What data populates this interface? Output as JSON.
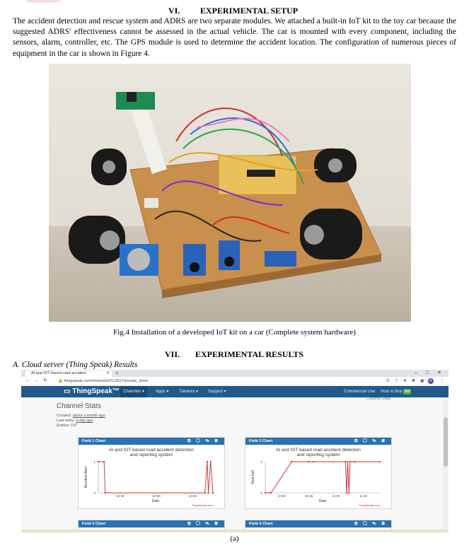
{
  "section6": {
    "number": "VI.",
    "title": "EXPERIMENTAL SETUP"
  },
  "body_text": "The accident detection and rescue system and ADRS are two separate modules. We attached a built-in IoT kit to the toy car because the suggested ADRS' effectiveness cannot be assessed in the actual vehicle. The car is mounted with every component, including the sensors, alarm, controller, etc. The GPS module is used to determine the accident location. The configuration of numerous pieces of equipment in the car is shown in Figure 4.",
  "figure4_caption": "Fig.4 Installation of a developed IoT kit on a car (Complete system hardware)",
  "section7": {
    "number": "VII.",
    "title": "EXPERIMENTAL RESULTS"
  },
  "subsection_a": "A.   Cloud server (Thing Speak) Results",
  "browser": {
    "tab_title": "AI and IOT based road accident",
    "url": "thingspeak.com/channels/2112617/private_show",
    "win_min": "–",
    "win_max": "□",
    "win_close": "✕",
    "profile": "A"
  },
  "thingspeak": {
    "logo": "ThingSpeak™",
    "menu": [
      "Channels ▾",
      "Apps ▾",
      "Devices ▾",
      "Support ▾"
    ],
    "right_menu": [
      "Commercial Use",
      "How to Buy"
    ],
    "user_badge": "AM",
    "stats_title": "Channel Stats",
    "created_label": "Created:",
    "created_value": "about a month ago",
    "last_label": "Last entry:",
    "last_value": "a day ago",
    "entries": "Entries: 197",
    "cutoff_text": "Channel Stats"
  },
  "panels": [
    {
      "header": "Field 1 Chart",
      "title": "AI and IOT based road accident detection and reporting system",
      "ylabel": "Accident Alert",
      "xlabel": "Date",
      "credit": "ThingSpeak.com"
    },
    {
      "header": "Field 2 Chart",
      "title": "AI and IOT based road accident detection and reporting system",
      "ylabel": "Seat belt",
      "xlabel": "Date",
      "credit": "ThingSpeak.com"
    },
    {
      "header": "Field 3 Chart"
    },
    {
      "header": "Field 4 Chart"
    }
  ],
  "chart_data": [
    {
      "type": "line",
      "title": "AI and IOT based road accident detection and reporting system",
      "xlabel": "Date",
      "ylabel": "Accident Alert",
      "x_ticks": [
        "10:25",
        "10:30",
        "10:35"
      ],
      "y_ticks": [
        "0",
        "1"
      ],
      "ylim": [
        0,
        1
      ],
      "series": [
        {
          "color": "#d62728",
          "x": [
            0.0,
            0.05,
            0.06,
            0.93,
            0.95,
            0.96,
            0.98,
            1.0
          ],
          "values": [
            1,
            1,
            0,
            0,
            1,
            0,
            1,
            0
          ]
        }
      ]
    },
    {
      "type": "line",
      "title": "AI and IOT based road accident detection and reporting system",
      "xlabel": "Date",
      "ylabel": "Seat belt",
      "x_ticks": [
        "10:30",
        "10:45",
        "11:00",
        "11:15"
      ],
      "y_ticks": [
        "0",
        "1"
      ],
      "ylim": [
        0,
        1
      ],
      "series": [
        {
          "color": "#d62728",
          "x": [
            0.0,
            0.05,
            0.23,
            0.38,
            0.42,
            0.7,
            0.71,
            0.72,
            0.73,
            0.74,
            0.78,
            1.0
          ],
          "values": [
            0,
            0,
            1,
            1,
            1,
            1,
            0,
            1,
            0,
            1,
            1,
            1
          ]
        }
      ]
    }
  ],
  "sub_caption": "(a)",
  "colors": {
    "ts_nav": "#1f5a8a",
    "panel_header": "#2a72b0",
    "series": "#d62728"
  }
}
